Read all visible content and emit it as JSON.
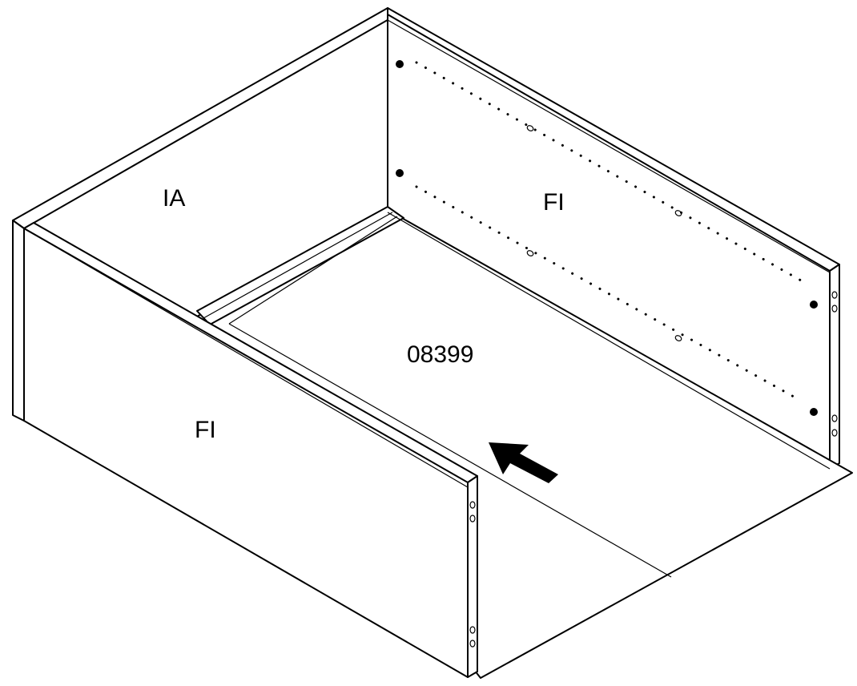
{
  "labels": {
    "back_panel": "IA",
    "right_side_panel": "FI",
    "bottom_panel": "08399",
    "front_side_panel": "FI"
  },
  "colors": {
    "line": "#000000",
    "background": "#ffffff"
  },
  "icons": {
    "direction_arrow": "arrow-up-left-icon"
  }
}
